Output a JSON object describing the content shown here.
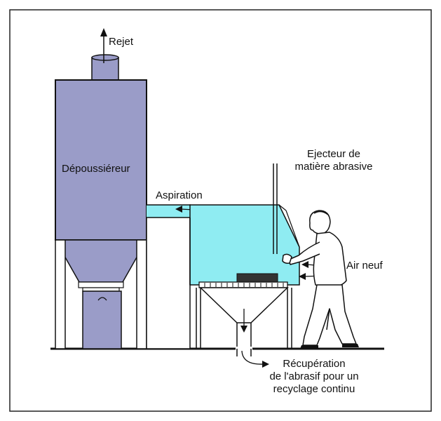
{
  "labels": {
    "rejet": "Rejet",
    "depoussiereur": "Dépoussiéreur",
    "aspiration": "Aspiration",
    "ejecteur_line1": "Ejecteur de",
    "ejecteur_line2": "matière abrasive",
    "air_neuf": "Air neuf",
    "recup_line1": "Récupération",
    "recup_line2": "de l'abrasif pour un",
    "recup_line3": "recyclage continu"
  },
  "colors": {
    "collector_fill": "#9a9cc8",
    "cabinet_fill": "#8fecf2",
    "outline": "#111111",
    "frame_border": "#222222"
  }
}
